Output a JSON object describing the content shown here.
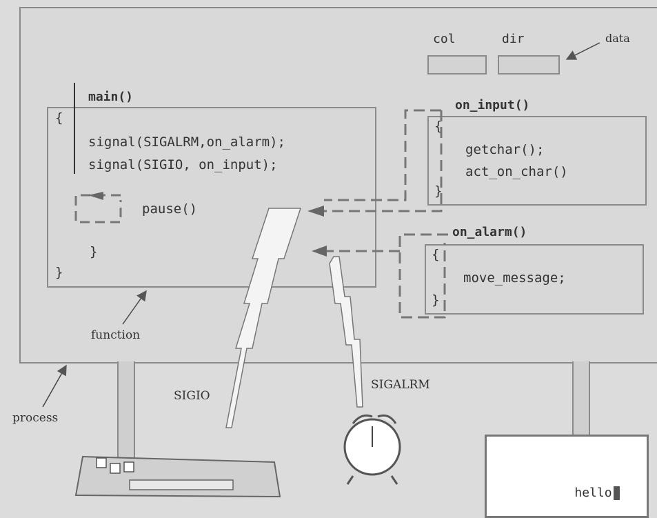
{
  "data_labels": {
    "col": "col",
    "dir": "dir",
    "data": "data"
  },
  "main_fn": {
    "header": "main()",
    "open_brace": "{",
    "line1": "signal(SIGALRM,on_alarm);",
    "line2": "signal(SIGIO, on_input);",
    "pause": "pause()",
    "inner_close": "}",
    "close_brace": "}"
  },
  "on_input_fn": {
    "header": "on_input()",
    "open_brace": "{",
    "line1": "getchar();",
    "line2": "act_on_char()",
    "close_brace": "}"
  },
  "on_alarm_fn": {
    "header": "on_alarm()",
    "open_brace": "{",
    "line1": "move_message;",
    "close_brace": "}"
  },
  "labels": {
    "function": "function",
    "process": "process",
    "sigio": "SIGIO",
    "sigalrm": "SIGALRM"
  },
  "terminal": {
    "text": "hello"
  },
  "colors": {
    "background": "#dcdcdc",
    "border": "#8a8a8a",
    "dashed": "#777777"
  }
}
